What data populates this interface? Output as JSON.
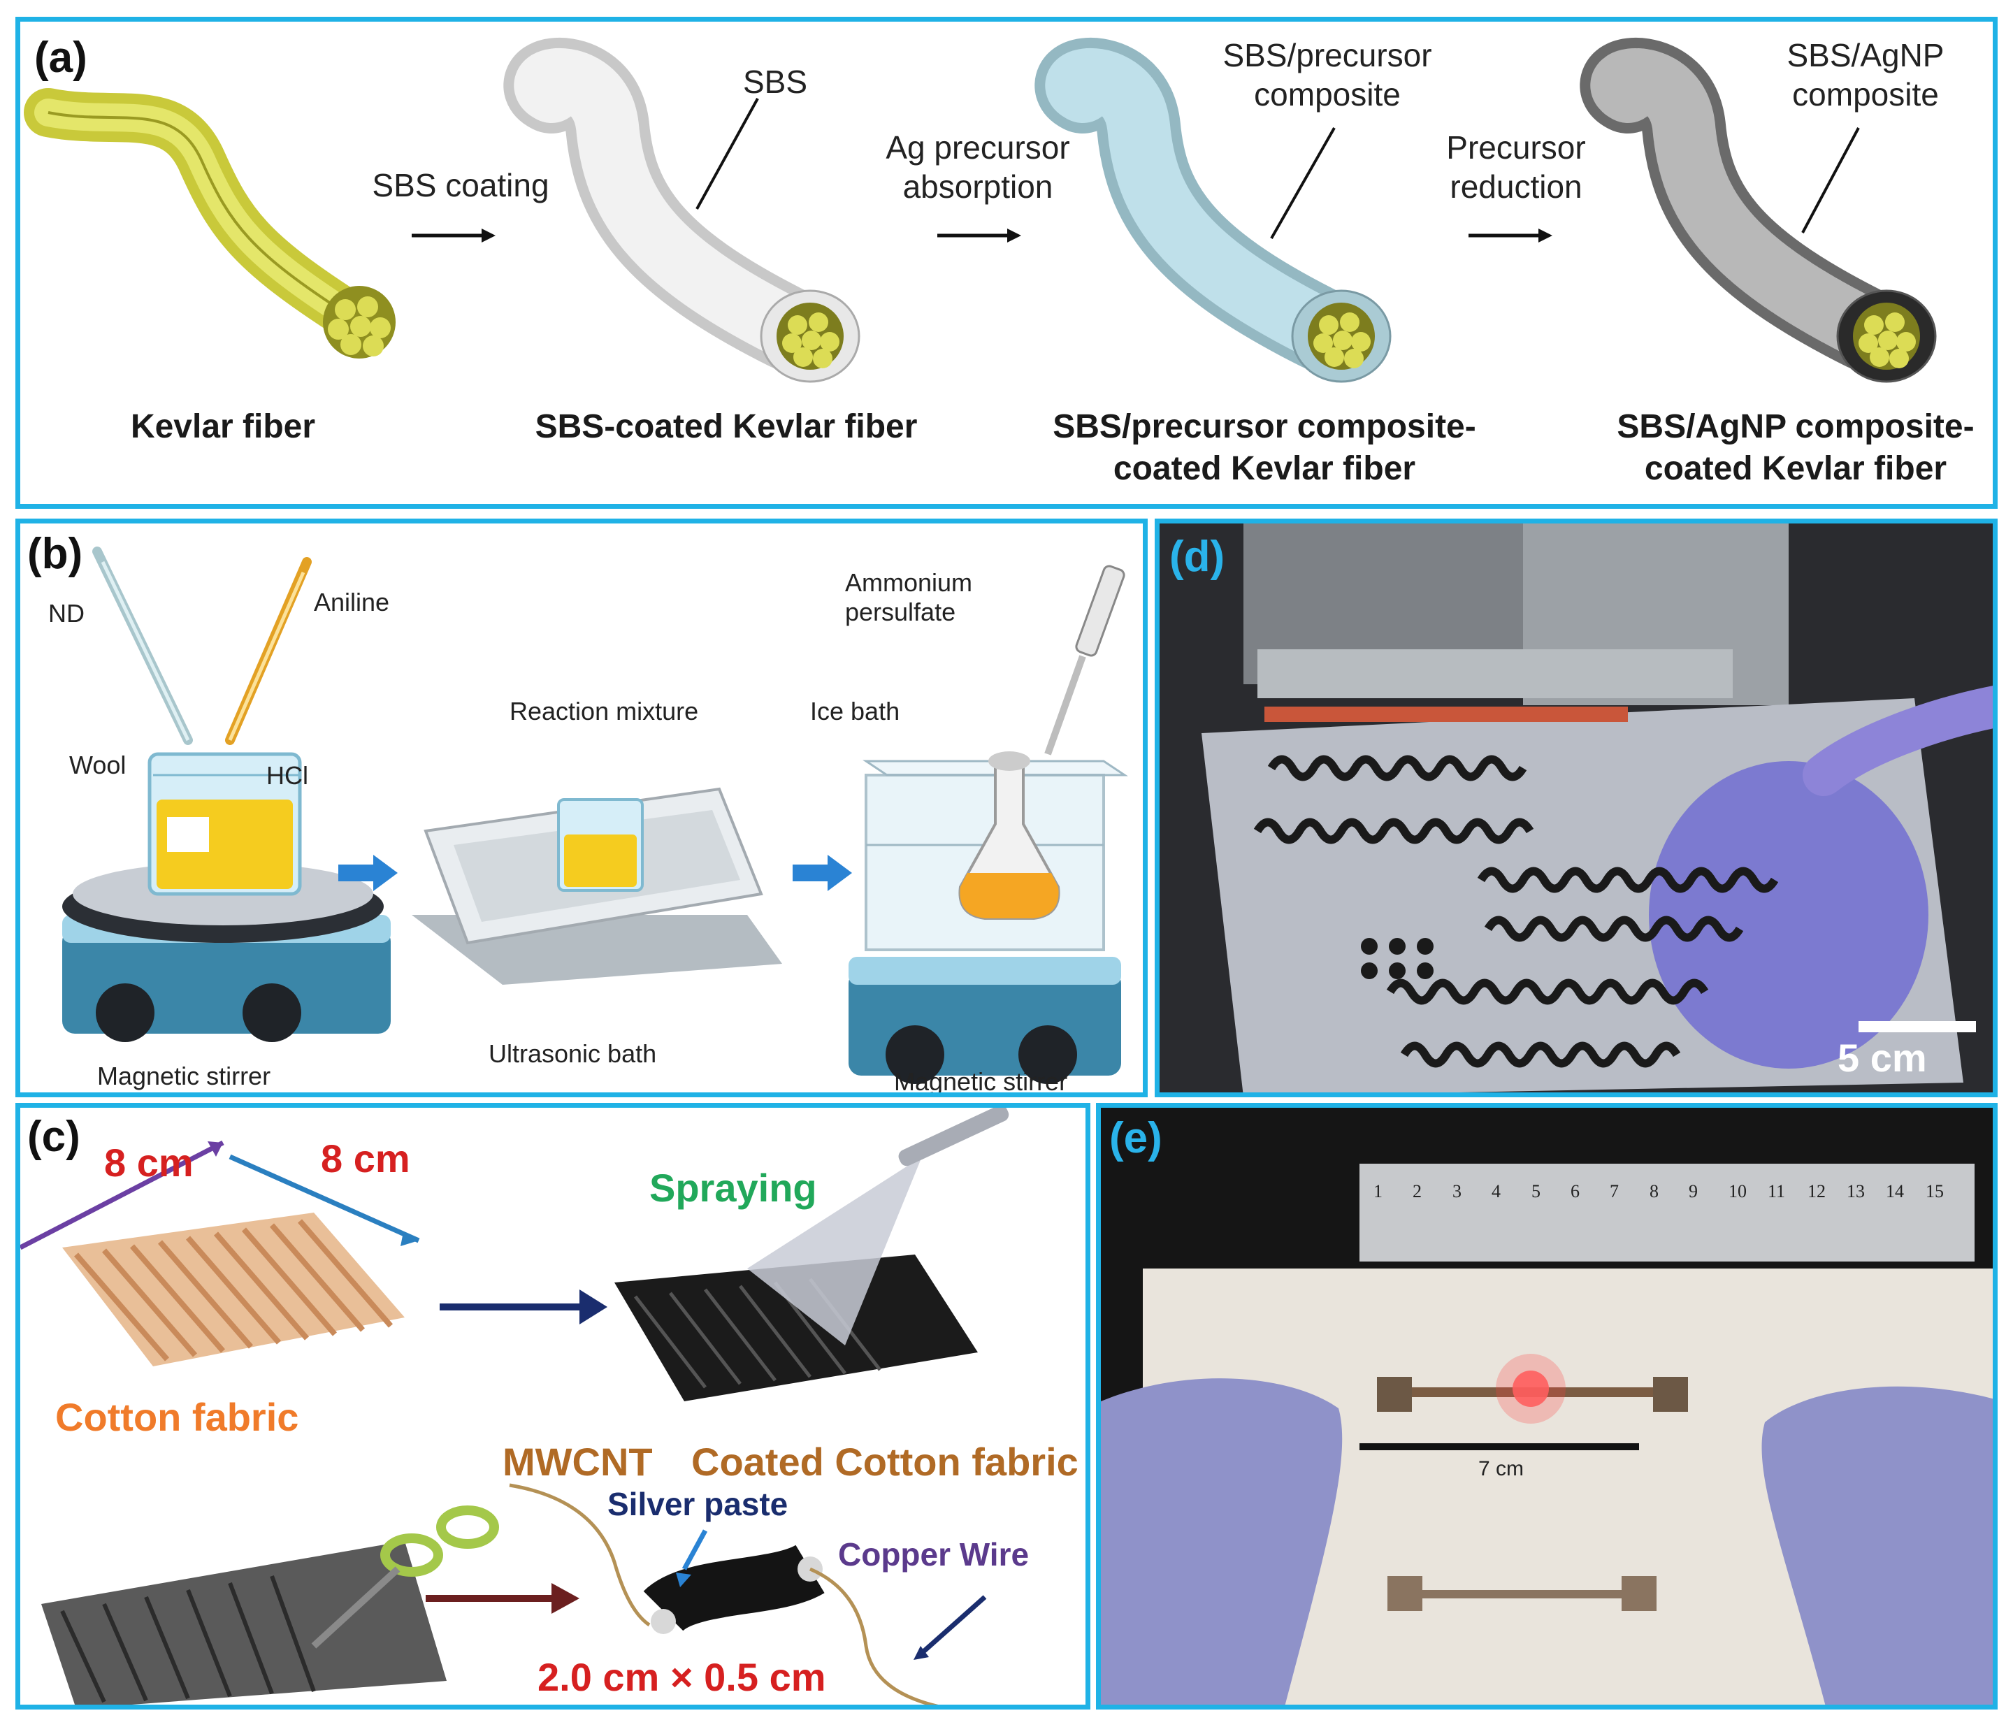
{
  "panels": {
    "a": {
      "label": "(a)",
      "steps": [
        {
          "caption": "Kevlar fiber"
        },
        {
          "caption": "SBS-coated Kevlar fiber"
        },
        {
          "caption": "SBS/precursor composite-\ncoated Kevlar fiber"
        },
        {
          "caption": "SBS/AgNP composite-\ncoated Kevlar fiber"
        }
      ],
      "callouts": [
        "SBS",
        "SBS/precursor\ncomposite",
        "SBS/AgNP\ncomposite"
      ],
      "arrows": [
        "SBS coating",
        "Ag precursor\nabsorption",
        "Precursor\nreduction"
      ]
    },
    "b": {
      "label": "(b)",
      "texts": {
        "nd": "ND",
        "aniline": "Aniline",
        "wool": "Wool",
        "hcl": "HCl",
        "reaction_mixture": "Reaction mixture",
        "ammonium_persulfate": "Ammonium\npersulfate",
        "ice_bath": "Ice bath",
        "magnetic_stirrer_1": "Magnetic stirrer",
        "ultrasonic_bath": "Ultrasonic bath",
        "magnetic_stirrer_2": "Magnetic stirrer"
      }
    },
    "c": {
      "label": "(c)",
      "texts": {
        "dim1": "8 cm",
        "dim2": "8 cm",
        "spraying": "Spraying",
        "cotton_fabric": "Cotton fabric",
        "mwcnt": "MWCNT",
        "coated_cotton": "Coated Cotton fabric",
        "silver_paste": "Silver paste",
        "copper_wire": "Copper Wire",
        "size": "2.0 cm × 0.5 cm"
      },
      "colors": {
        "red": "#d62020",
        "green": "#21a85a",
        "orange": "#f07b2a",
        "brown": "#b06a25",
        "navy": "#1a2d6e",
        "purple": "#5b3a8c"
      }
    },
    "d": {
      "label": "(d)",
      "scale_bar": "5 cm"
    },
    "e": {
      "label": "(e)",
      "ruler_numbers": [
        "1",
        "2",
        "3",
        "4",
        "5",
        "6",
        "7",
        "8",
        "9",
        "10",
        "11",
        "12",
        "13",
        "14",
        "15"
      ],
      "scale_label": "7 cm"
    }
  },
  "colors": {
    "frame": "#1fb2e6"
  }
}
